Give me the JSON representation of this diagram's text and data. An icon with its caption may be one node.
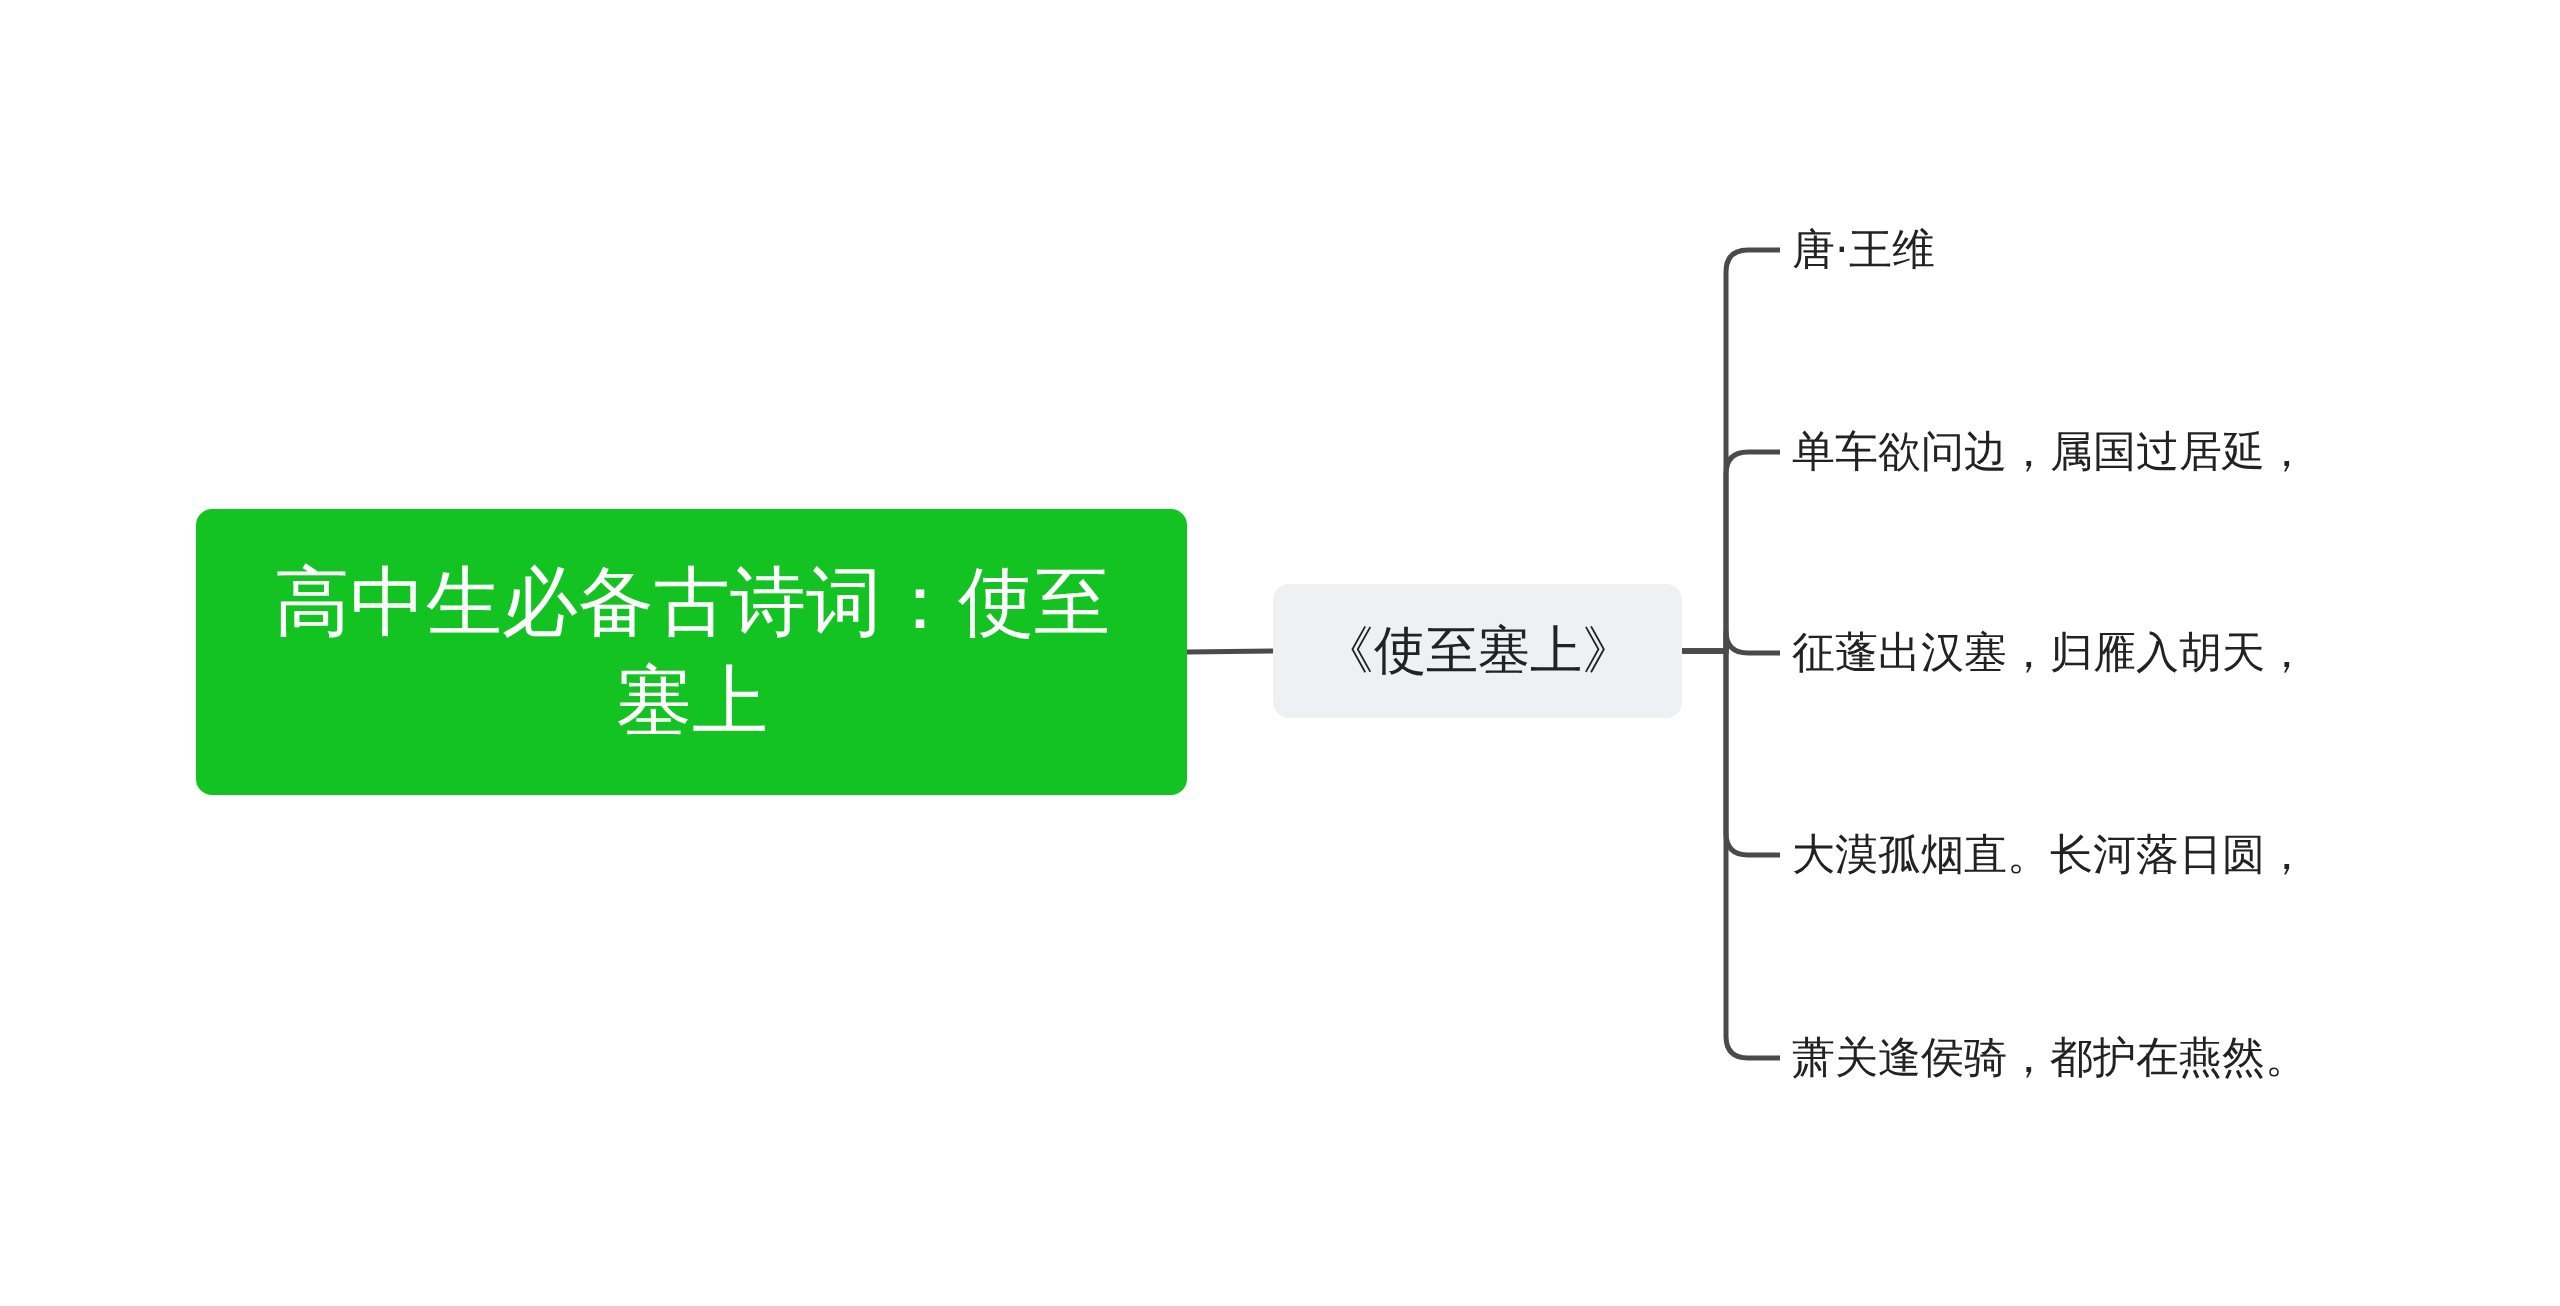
{
  "diagram": {
    "nodes": [
      {
        "text": [
          "高中生必备古诗词：使至塞上"
        ]
      },
      {
        "text": [
          "《使至塞上》"
        ]
      },
      {
        "text": [
          "唐·王维"
        ]
      },
      {
        "text": [
          "单车欲问边，属国过居延，"
        ]
      },
      {
        "text": [
          "征蓬出汉塞，归雁入胡天，"
        ]
      },
      {
        "text": [
          "大漠孤烟直。长河落日圆，"
        ]
      },
      {
        "text": [
          "萧关逢侯骑，都护在燕然。"
        ]
      }
    ],
    "edges": [
      {
        "from": 0,
        "to": 1,
        "arrow": "none"
      },
      {
        "from": 1,
        "to": 2,
        "arrow": "none"
      },
      {
        "from": 1,
        "to": 3,
        "arrow": "none"
      },
      {
        "from": 1,
        "to": 4,
        "arrow": "none"
      },
      {
        "from": 1,
        "to": 5,
        "arrow": "none"
      },
      {
        "from": 1,
        "to": 6,
        "arrow": "none"
      }
    ]
  }
}
